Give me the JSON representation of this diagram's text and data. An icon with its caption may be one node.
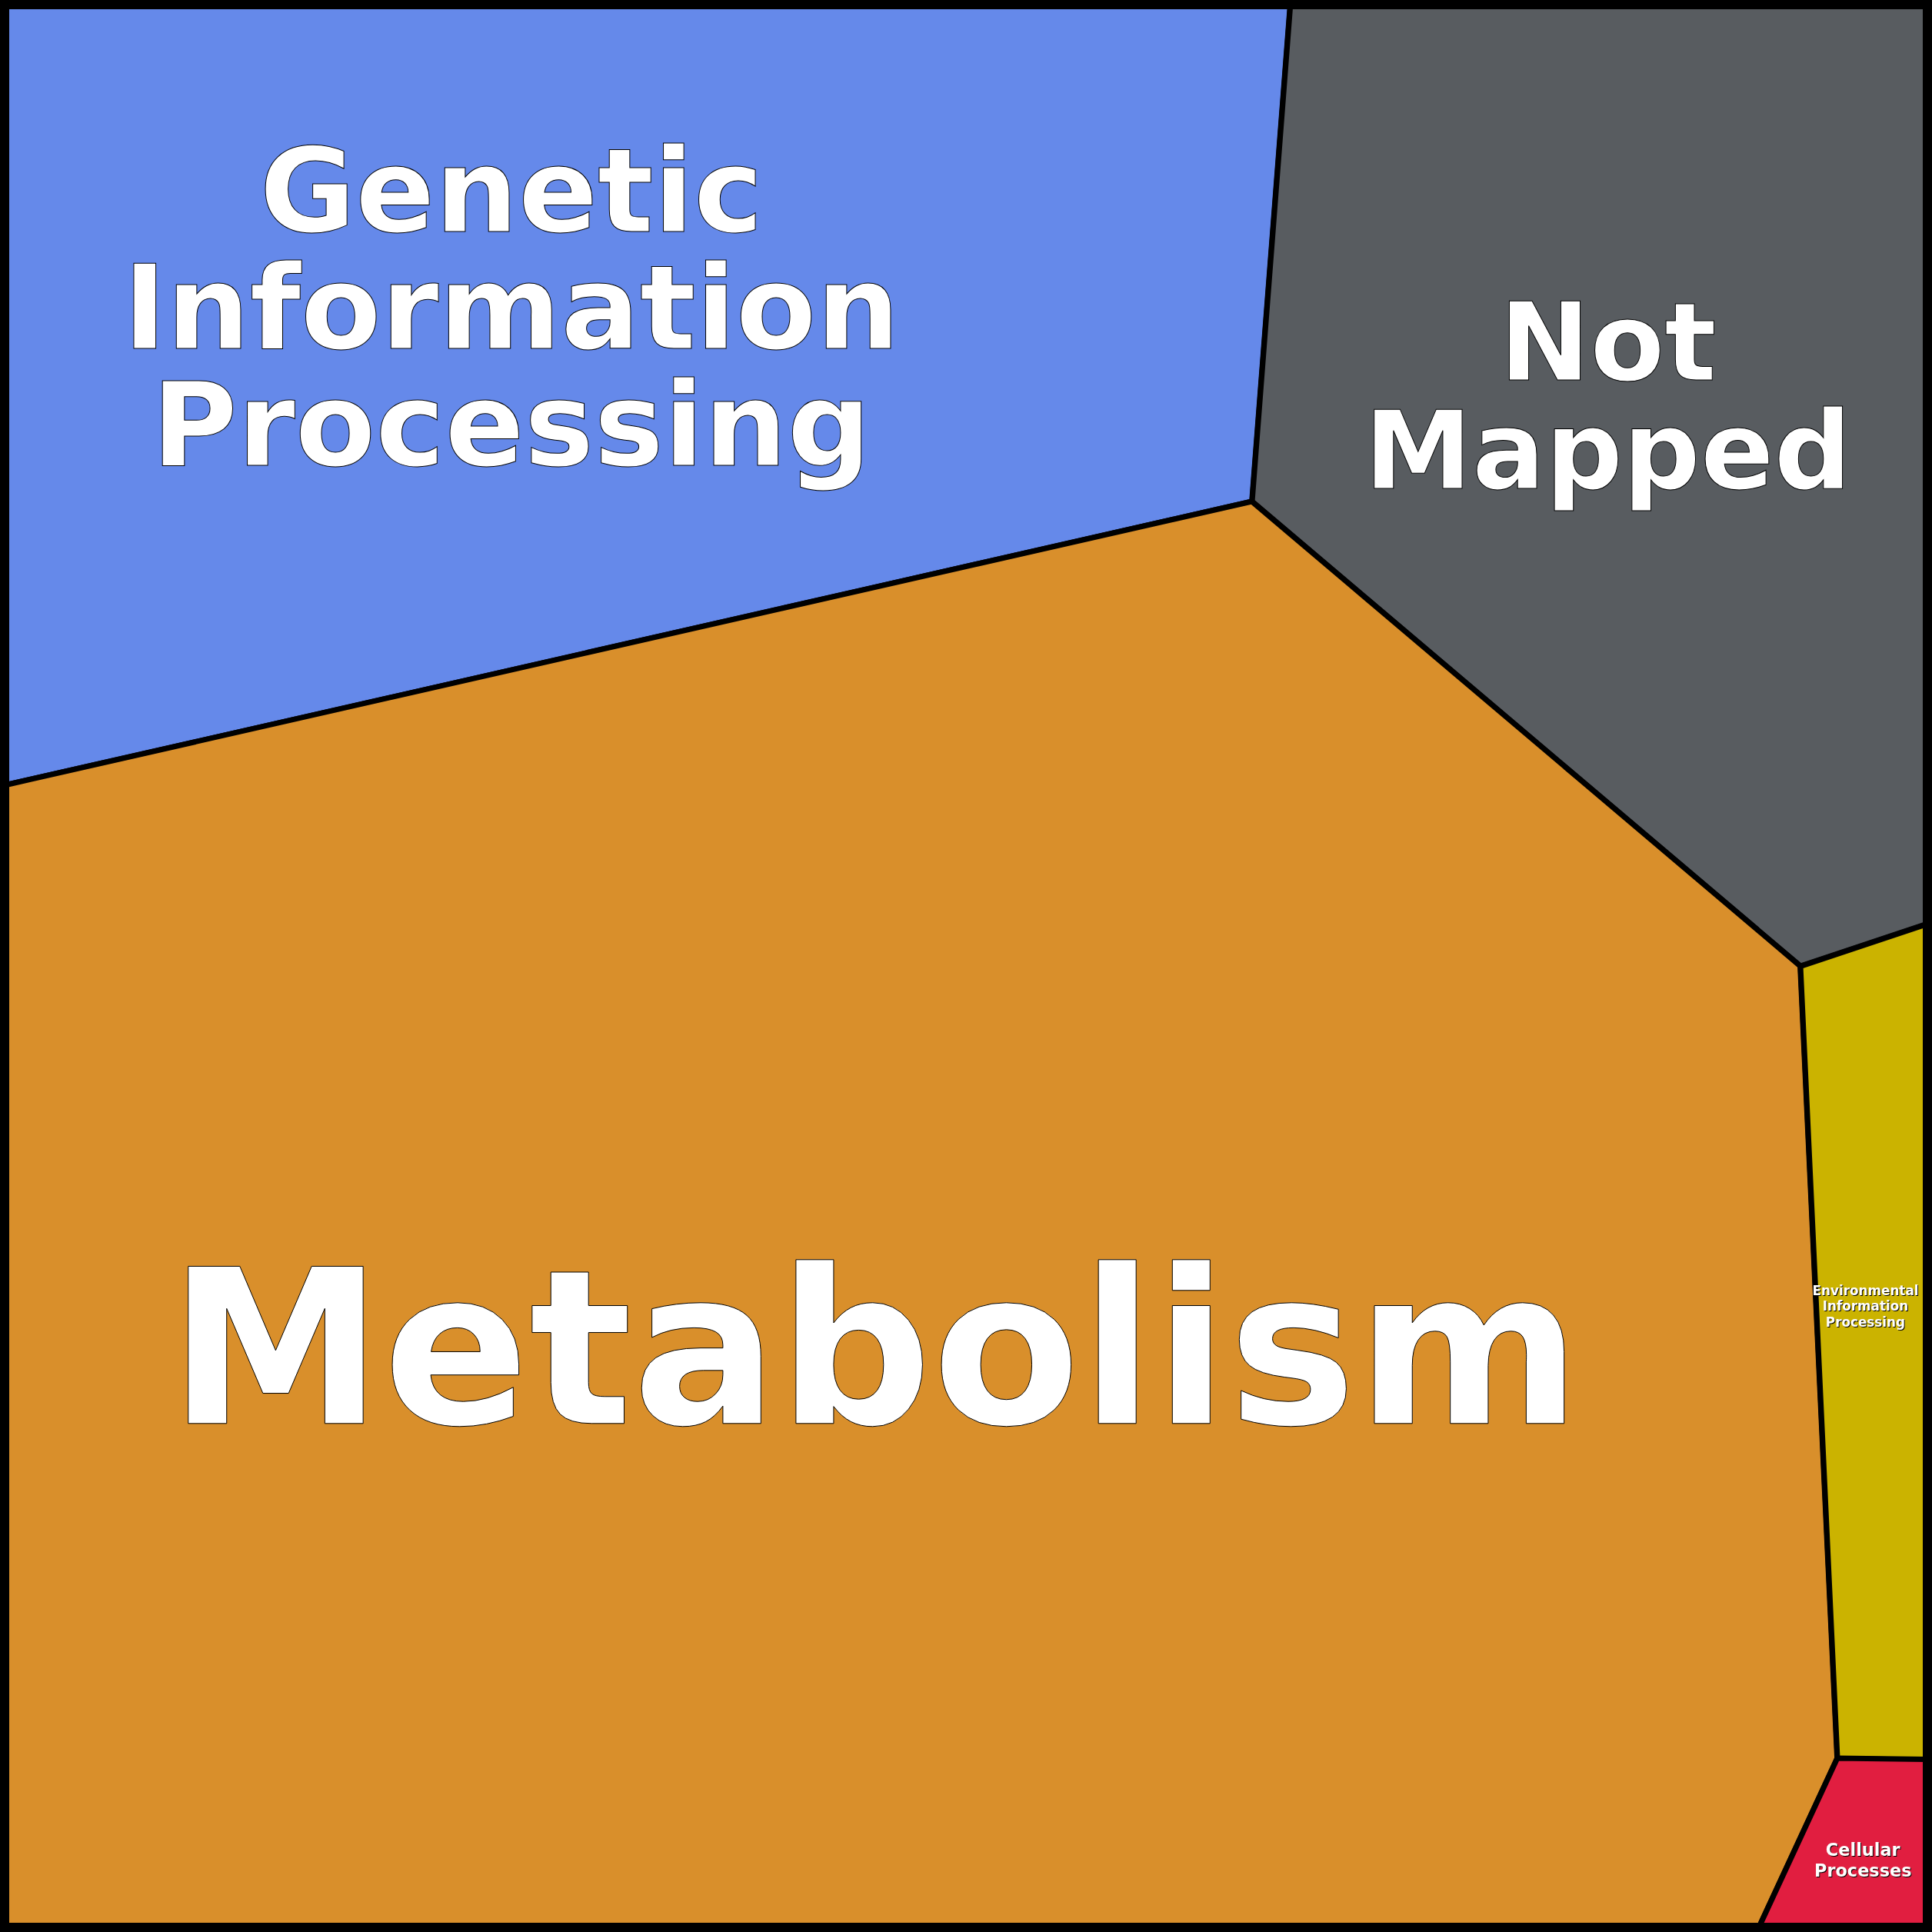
{
  "diagram": {
    "nodes": [
      {
        "text": [
          "Genetic Information Processing"
        ]
      },
      {
        "text": [
          "Not Mapped"
        ]
      },
      {
        "text": [
          "Metabolism"
        ]
      },
      {
        "text": [
          "Environmental Information Processing"
        ]
      },
      {
        "text": [
          "Cellular Processes"
        ]
      }
    ]
  }
}
